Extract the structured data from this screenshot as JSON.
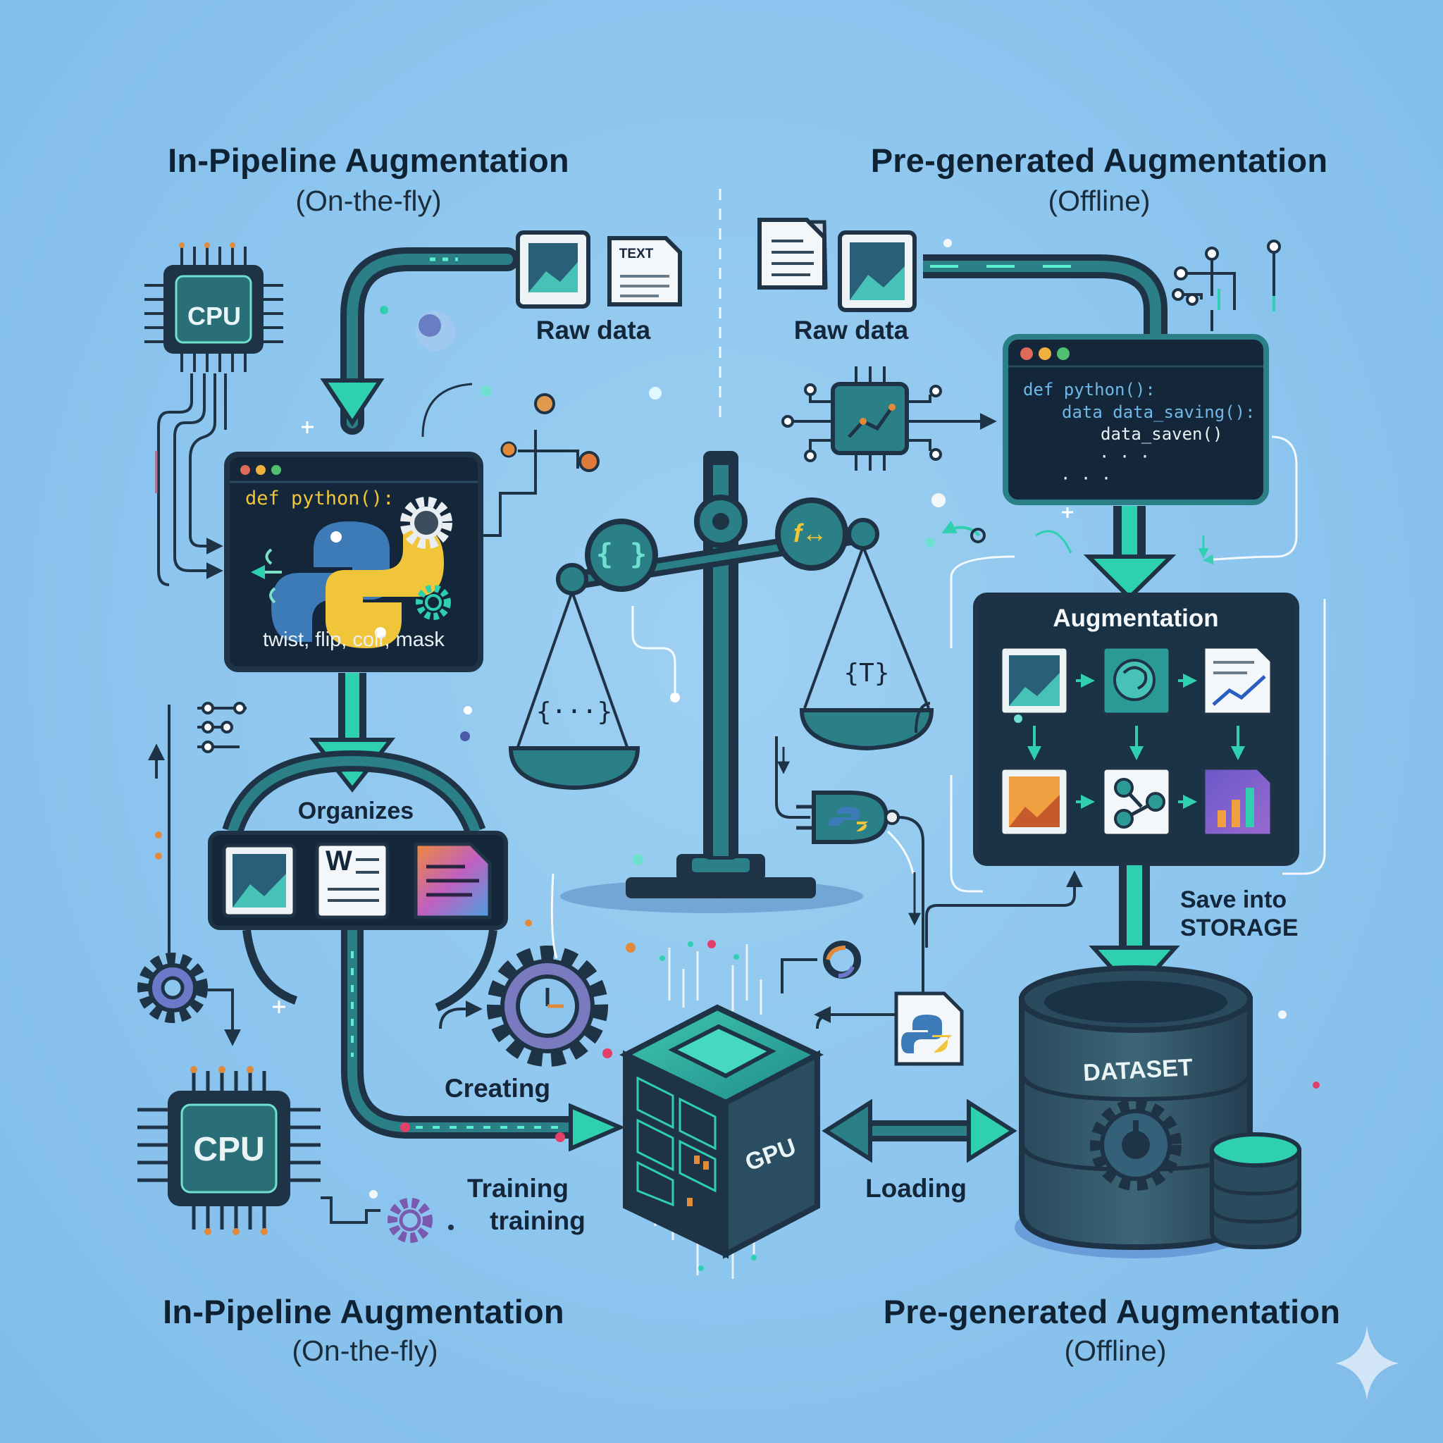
{
  "left": {
    "title": "In-Pipeline Augmentation",
    "subtitle": "(On-the-fly)",
    "bottom_title": "In-Pipeline Augmentation",
    "bottom_subtitle": "(On-the-fly)",
    "raw_data_label": "Raw data",
    "text_doc_label": "TEXT",
    "cpu_top_label": "CPU",
    "cpu_bottom_label": "CPU",
    "code_line": "def python():",
    "ops_label": "twist, flip, colr, mask",
    "organizes_label": "Organizes",
    "word_doc_letter": "W",
    "creating_label": "Creating",
    "training_label_1": "Training",
    "training_label_2": "training"
  },
  "center": {
    "braces_left": "{ }",
    "function_symbol": "f↔",
    "pan_left_text": "{···}",
    "pan_right_text": "{T}",
    "gpu_label": "GPU",
    "loading_label": "Loading"
  },
  "right": {
    "title": "Pre-generated Augmentation",
    "subtitle": "(Offline)",
    "bottom_title": "Pre-generated Augmentation",
    "bottom_subtitle": "(Offline)",
    "raw_data_label": "Raw data",
    "code_lines": [
      "def python():",
      "data data_saving():",
      "data_saven()",
      "· · ·",
      "· · ·"
    ],
    "augmentation_label": "Augmentation",
    "save_label_1": "Save into",
    "save_label_2": "STORAGE",
    "dataset_label": "DATASET"
  },
  "colors": {
    "background": "#8cc5ee",
    "navy": "#1f3346",
    "teal": "#2fd0b0",
    "teal_dark": "#1a8a8a",
    "panel": "#14263a",
    "python_blue": "#3d7ab8",
    "python_yellow": "#f0c53a",
    "orange": "#e08a3a",
    "purple": "#7a5ab0"
  },
  "icons": [
    "cpu-chip-icon",
    "gear-icon",
    "python-logo-icon",
    "image-file-icon",
    "text-document-icon",
    "balance-scale-icon",
    "gpu-cube-icon",
    "database-icon",
    "sparkle-icon"
  ]
}
